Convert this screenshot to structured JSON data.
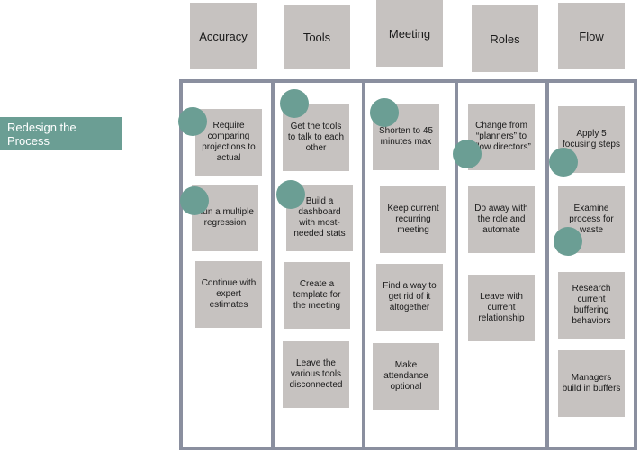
{
  "side_label": "Redesign the Process",
  "columns": [
    {
      "header": "Accuracy",
      "cards": [
        "Require comparing projections to actual",
        "Run a multiple regression",
        "Continue with expert estimates"
      ]
    },
    {
      "header": "Tools",
      "cards": [
        "Get the tools to talk to each other",
        "Build a dashboard with most-needed stats",
        "Create a template for the meeting",
        "Leave the various tools disconnected"
      ]
    },
    {
      "header": "Meeting",
      "cards": [
        "Shorten to 45 minutes max",
        "Keep current recurring meeting",
        "Find a way to get rid of it altogether",
        "Make attendance optional"
      ]
    },
    {
      "header": "Roles",
      "cards": [
        "Change from “planners” to “flow directors”",
        "Do away with the role and automate",
        "Leave with current relationship"
      ]
    },
    {
      "header": "Flow",
      "cards": [
        "Apply 5 focusing steps",
        "Examine process for waste",
        "Research current buffering behaviors",
        "Managers build in buffers"
      ]
    }
  ],
  "colors": {
    "dot": "#6b9e94",
    "card": "#c6c2c0",
    "frame": "#8a8f9f"
  }
}
